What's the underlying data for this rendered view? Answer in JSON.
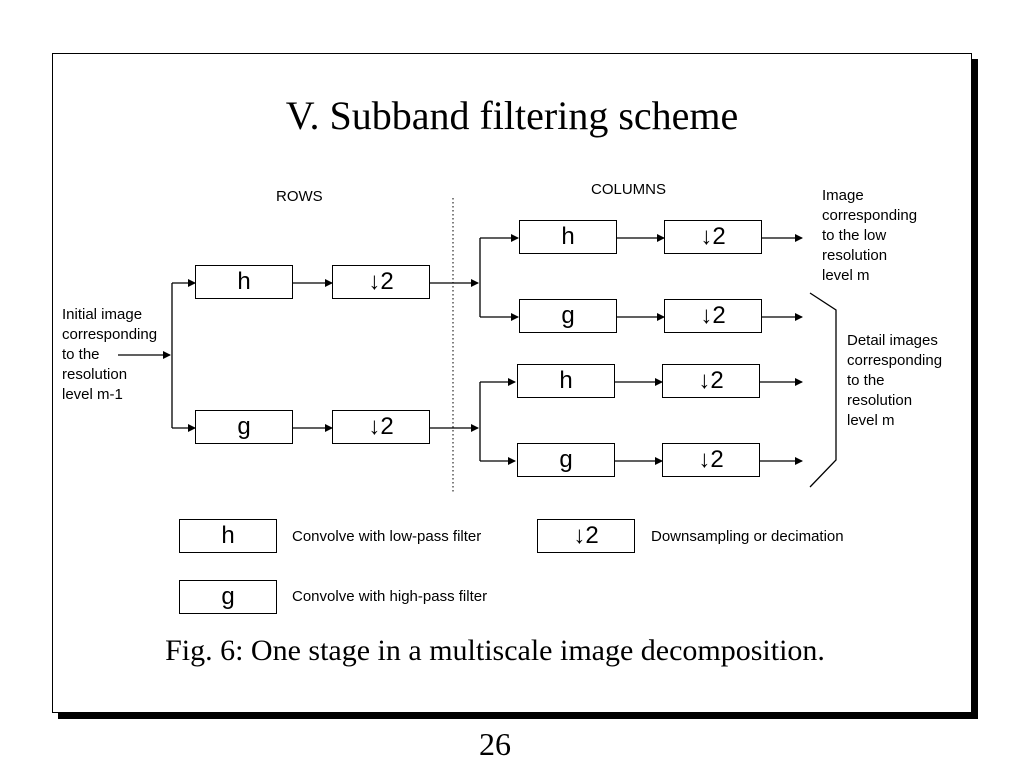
{
  "slide": {
    "title": "V. Subband filtering scheme",
    "caption": "Fig. 6: One stage in a multiscale image decomposition.",
    "page_number": "26"
  },
  "diagram": {
    "rows_label": "ROWS",
    "columns_label": "COLUMNS",
    "input_label": "Initial image\ncorresponding\nto the\nresolution\nlevel m-1",
    "low_output_label": "Image\ncorresponding\nto the low\nresolution\nlevel m",
    "detail_output_label": "Detail images\ncorresponding\nto the\nresolution\nlevel m",
    "low_pass_symbol": "h",
    "high_pass_symbol": "g",
    "downsample_symbol": "↓2"
  },
  "legend": {
    "h_symbol": "h",
    "h_text": "Convolve with low-pass filter",
    "g_symbol": "g",
    "g_text": "Convolve with high-pass filter",
    "down_symbol": "↓2",
    "down_text": "Downsampling or decimation"
  }
}
